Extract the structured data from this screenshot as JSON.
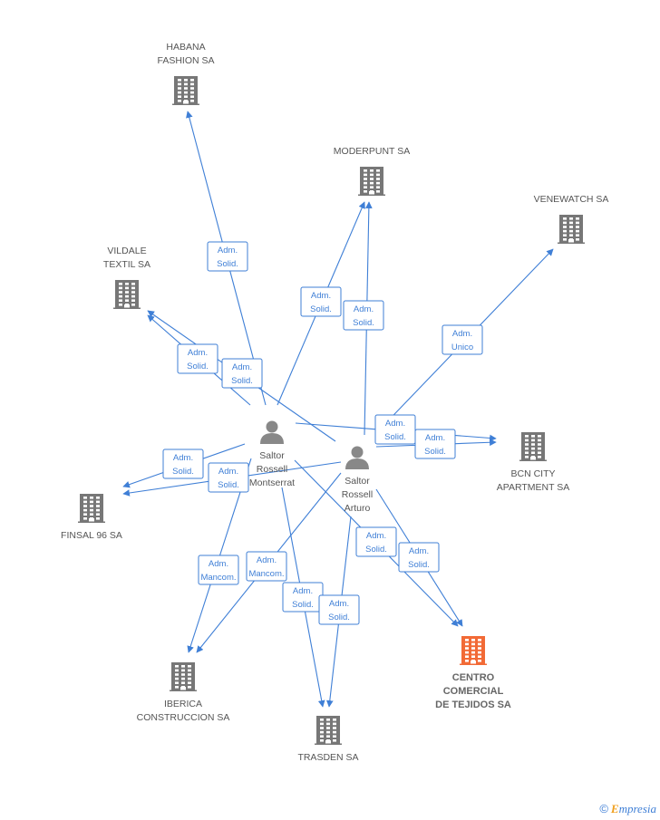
{
  "colors": {
    "edge": "#3f7fd6",
    "company": "#777777",
    "focus": "#f26a36",
    "person": "#888888"
  },
  "companies": [
    {
      "id": "habana",
      "lines": [
        "HABANA",
        "FASHION SA"
      ]
    },
    {
      "id": "moderpunt",
      "lines": [
        "MODERPUNT SA"
      ]
    },
    {
      "id": "venewatch",
      "lines": [
        "VENEWATCH SA"
      ]
    },
    {
      "id": "vildale",
      "lines": [
        "VILDALE",
        "TEXTIL SA"
      ]
    },
    {
      "id": "bcncity",
      "lines": [
        "BCN CITY",
        "APARTMENT SA"
      ]
    },
    {
      "id": "finsal",
      "lines": [
        "FINSAL 96 SA"
      ]
    },
    {
      "id": "centro",
      "lines": [
        "CENTRO",
        "COMERCIAL",
        "DE TEJIDOS SA"
      ],
      "focus": true
    },
    {
      "id": "iberica",
      "lines": [
        "IBERICA",
        "CONSTRUCCION SA"
      ]
    },
    {
      "id": "trasden",
      "lines": [
        "TRASDEN SA"
      ]
    }
  ],
  "persons": [
    {
      "id": "montserrat",
      "lines": [
        "Saltor",
        "Rossell",
        "Montserrat"
      ]
    },
    {
      "id": "arturo",
      "lines": [
        "Saltor",
        "Rossell",
        "Arturo"
      ]
    }
  ],
  "relations": [
    {
      "from": "montserrat",
      "to": "habana",
      "label": [
        "Adm.",
        "Solid."
      ]
    },
    {
      "from": "montserrat",
      "to": "moderpunt",
      "label": [
        "Adm.",
        "Solid."
      ]
    },
    {
      "from": "arturo",
      "to": "moderpunt",
      "label": [
        "Adm.",
        "Solid."
      ]
    },
    {
      "from": "arturo",
      "to": "venewatch",
      "label": [
        "Adm.",
        "Unico"
      ]
    },
    {
      "from": "montserrat",
      "to": "vildale",
      "label": [
        "Adm.",
        "Solid."
      ]
    },
    {
      "from": "arturo",
      "to": "vildale",
      "label": [
        "Adm.",
        "Solid."
      ]
    },
    {
      "from": "montserrat",
      "to": "bcncity",
      "label": [
        "Adm.",
        "Solid."
      ]
    },
    {
      "from": "arturo",
      "to": "bcncity",
      "label": [
        "Adm.",
        "Solid."
      ]
    },
    {
      "from": "montserrat",
      "to": "finsal",
      "label": [
        "Adm.",
        "Solid."
      ]
    },
    {
      "from": "arturo",
      "to": "finsal",
      "label": [
        "Adm.",
        "Solid."
      ]
    },
    {
      "from": "montserrat",
      "to": "centro",
      "label": [
        "Adm.",
        "Solid."
      ]
    },
    {
      "from": "arturo",
      "to": "centro",
      "label": [
        "Adm.",
        "Solid."
      ]
    },
    {
      "from": "montserrat",
      "to": "iberica",
      "label": [
        "Adm.",
        "Mancom."
      ]
    },
    {
      "from": "arturo",
      "to": "iberica",
      "label": [
        "Adm.",
        "Mancom."
      ]
    },
    {
      "from": "montserrat",
      "to": "trasden",
      "label": [
        "Adm.",
        "Solid."
      ]
    },
    {
      "from": "arturo",
      "to": "trasden",
      "label": [
        "Adm.",
        "Solid."
      ]
    }
  ],
  "brand": {
    "copyright": "©",
    "first_letter": "E",
    "rest": "mpresia"
  }
}
